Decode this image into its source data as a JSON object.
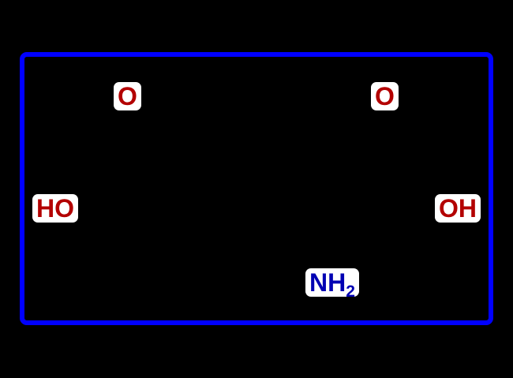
{
  "colors": {
    "background": "#000000",
    "frame": "#0000ff",
    "oxygen": "#b30000",
    "nitrogen": "#0000b3",
    "label_background": "#ffffff"
  },
  "atoms": {
    "o_left": "O",
    "o_right": "O",
    "ho_left": "HO",
    "oh_right": "OH",
    "nh_main": "NH",
    "nh_subscript": "2"
  }
}
